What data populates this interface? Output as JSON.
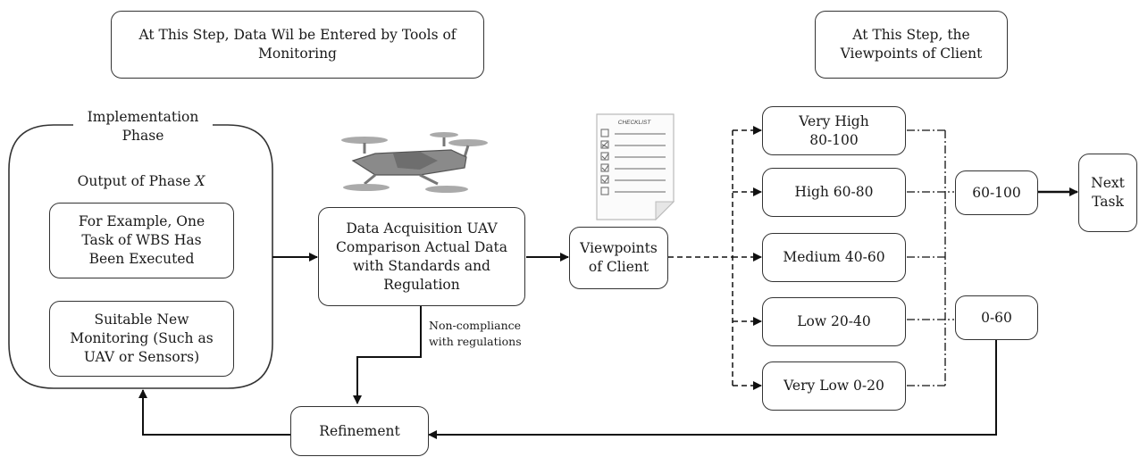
{
  "notes": {
    "monitoring": "At This Step, Data Wil be Entered by Tools of Monitoring",
    "client": "At This Step, the Viewpoints of Client"
  },
  "implementation": {
    "title": "Implementation Phase",
    "output_label": "Output of Phase",
    "output_var": "X",
    "example": "For Example, One Task of WBS Has Been Executed",
    "monitoring": "Suitable New Monitoring (Such as UAV or Sensors)"
  },
  "acquisition": "Data Acquisition UAV Comparison Actual Data with Standards and Regulation",
  "noncompliance": "Non-compliance with regulations",
  "viewpoints": "Viewpoints of Client",
  "checklist_title": "CHECKLIST",
  "ratings": [
    {
      "label": "Very High 80-100"
    },
    {
      "label": "High 60-80"
    },
    {
      "label": "Medium 40-60"
    },
    {
      "label": "Low 20-40"
    },
    {
      "label": "Very Low 0-20"
    }
  ],
  "range_high": "60-100",
  "range_low": "0-60",
  "next_task": "Next Task",
  "refinement": "Refinement",
  "colors": {
    "stroke": "#333333",
    "drone": "#8a8a8a"
  }
}
